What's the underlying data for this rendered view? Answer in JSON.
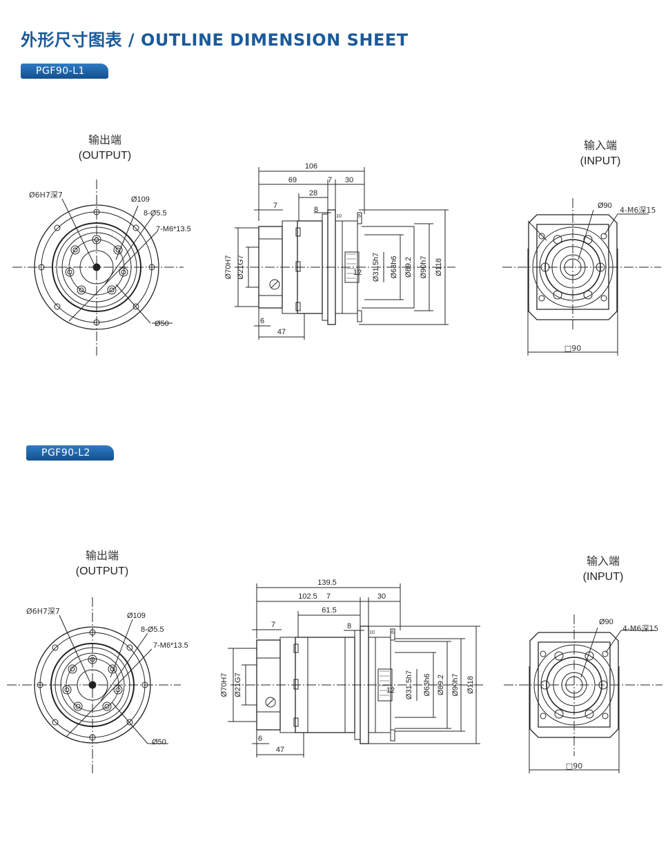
{
  "page": {
    "title": "外形尺寸图表 / OUTLINE DIMENSION SHEET",
    "accent_color": "#1a5a9a"
  },
  "drawings": [
    {
      "model": "PGF90-L1",
      "output": {
        "label_cn": "输出端",
        "label_en": "(OUTPUT)",
        "callouts": [
          "Ø6H7深7",
          "Ø109",
          "8-Ø5.5",
          "7-M6*13.5",
          "Ø50"
        ]
      },
      "side": {
        "top_dims": [
          "106",
          "69",
          "7",
          "30",
          "28",
          "7",
          "8",
          "10",
          "6"
        ],
        "left_dims": [
          "Ø70H7",
          "Ø21G7"
        ],
        "bottom_dims": [
          "6",
          "47"
        ],
        "inner_dims": [
          "12",
          "Ø31.5h7",
          "Ø63h6",
          "Ø89.2",
          "Ø90h7",
          "Ø118"
        ]
      },
      "input": {
        "label_cn": "输入端",
        "label_en": "(INPUT)",
        "callouts": [
          "Ø90",
          "4-M6深15"
        ],
        "square": "□90"
      }
    },
    {
      "model": "PGF90-L2",
      "output": {
        "label_cn": "输出端",
        "label_en": "(OUTPUT)",
        "callouts": [
          "Ø6H7深7",
          "Ø109",
          "8-Ø5.5",
          "7-M6*13.5",
          "Ø50"
        ]
      },
      "side": {
        "top_dims": [
          "139.5",
          "102.5",
          "7",
          "30",
          "61.5",
          "7",
          "8",
          "10",
          "6"
        ],
        "left_dims": [
          "Ø70H7",
          "Ø21G7"
        ],
        "bottom_dims": [
          "6",
          "47"
        ],
        "inner_dims": [
          "12",
          "Ø31.5h7",
          "Ø63h6",
          "Ø89.2",
          "Ø90h7",
          "Ø118"
        ]
      },
      "input": {
        "label_cn": "输入端",
        "label_en": "(INPUT)",
        "callouts": [
          "Ø90",
          "4-M6深15"
        ],
        "square": "□90"
      }
    }
  ]
}
